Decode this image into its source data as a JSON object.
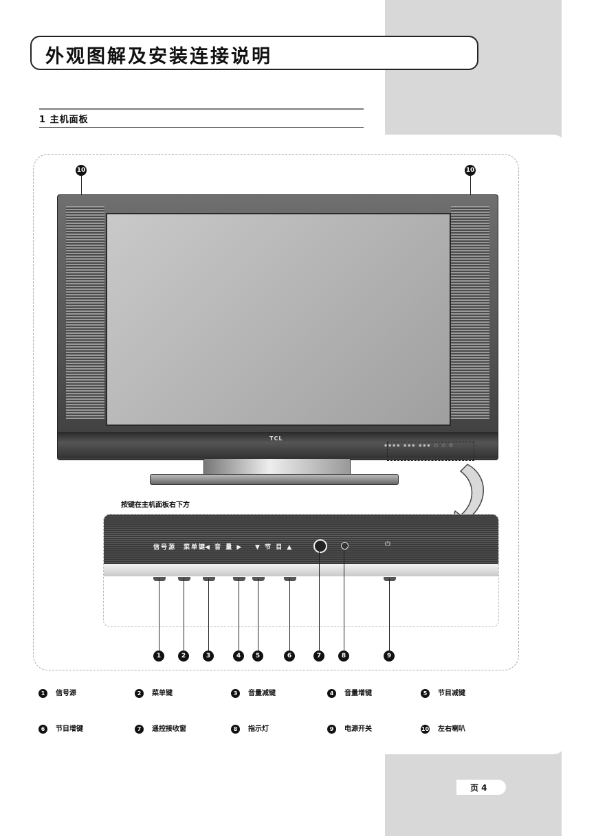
{
  "header": {
    "title": "外观图解及安装连接说明"
  },
  "section": {
    "heading": "1 主机面板"
  },
  "diagram": {
    "brand": "TCL",
    "panel_position_caption": "按键在主机面板右下方",
    "panel_labels": {
      "volume": "◀ 音 量 ▶",
      "channel": "▼ 节 目 ▲",
      "power": "⏻"
    },
    "callouts": [
      "1",
      "2",
      "3",
      "4",
      "5",
      "6",
      "7",
      "8",
      "9"
    ],
    "speaker_callout": "10"
  },
  "legend": {
    "items": [
      {
        "num": "1",
        "label": "信号源"
      },
      {
        "num": "2",
        "label": "菜单键"
      },
      {
        "num": "3",
        "label": "音量减键"
      },
      {
        "num": "4",
        "label": "音量增键"
      },
      {
        "num": "5",
        "label": "节目减键"
      },
      {
        "num": "6",
        "label": "节目增键"
      },
      {
        "num": "7",
        "label": "遥控接收窗"
      },
      {
        "num": "8",
        "label": "指示灯"
      },
      {
        "num": "9",
        "label": "电源开关"
      },
      {
        "num": "10",
        "label": "左右喇叭"
      }
    ]
  },
  "footer": {
    "page_label": "页 4"
  }
}
